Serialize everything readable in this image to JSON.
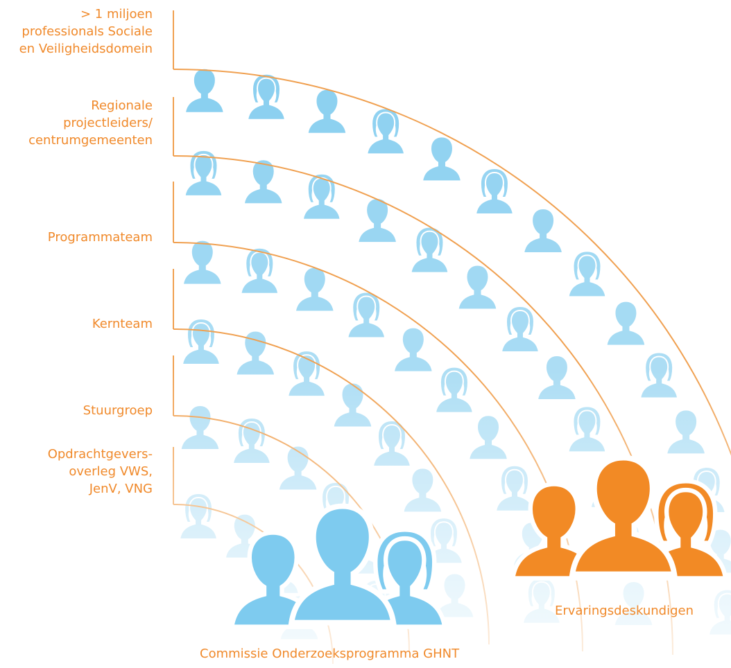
{
  "tiers": [
    {
      "label": "> 1 miljoen\nprofessionals Sociale\nen Veiligheidsdomein"
    },
    {
      "label": "Regionale\nprojectleiders/\ncentrumgemeenten"
    },
    {
      "label": "Programmateam"
    },
    {
      "label": "Kernteam"
    },
    {
      "label": "Stuurgroep"
    },
    {
      "label": "Opdrachtgevers-\noverleg VWS,\nJenV, VNG"
    }
  ],
  "groups": {
    "commissie": {
      "caption": "Commissie Onderzoeksprogramma GHNT",
      "color": "#7ecbef"
    },
    "ervaring": {
      "caption": "Ervaringsdeskundigen",
      "color": "#f28a25"
    }
  },
  "colors": {
    "accent": "#f0892a",
    "arc": "#f0a050",
    "person": "#7ecbef"
  }
}
